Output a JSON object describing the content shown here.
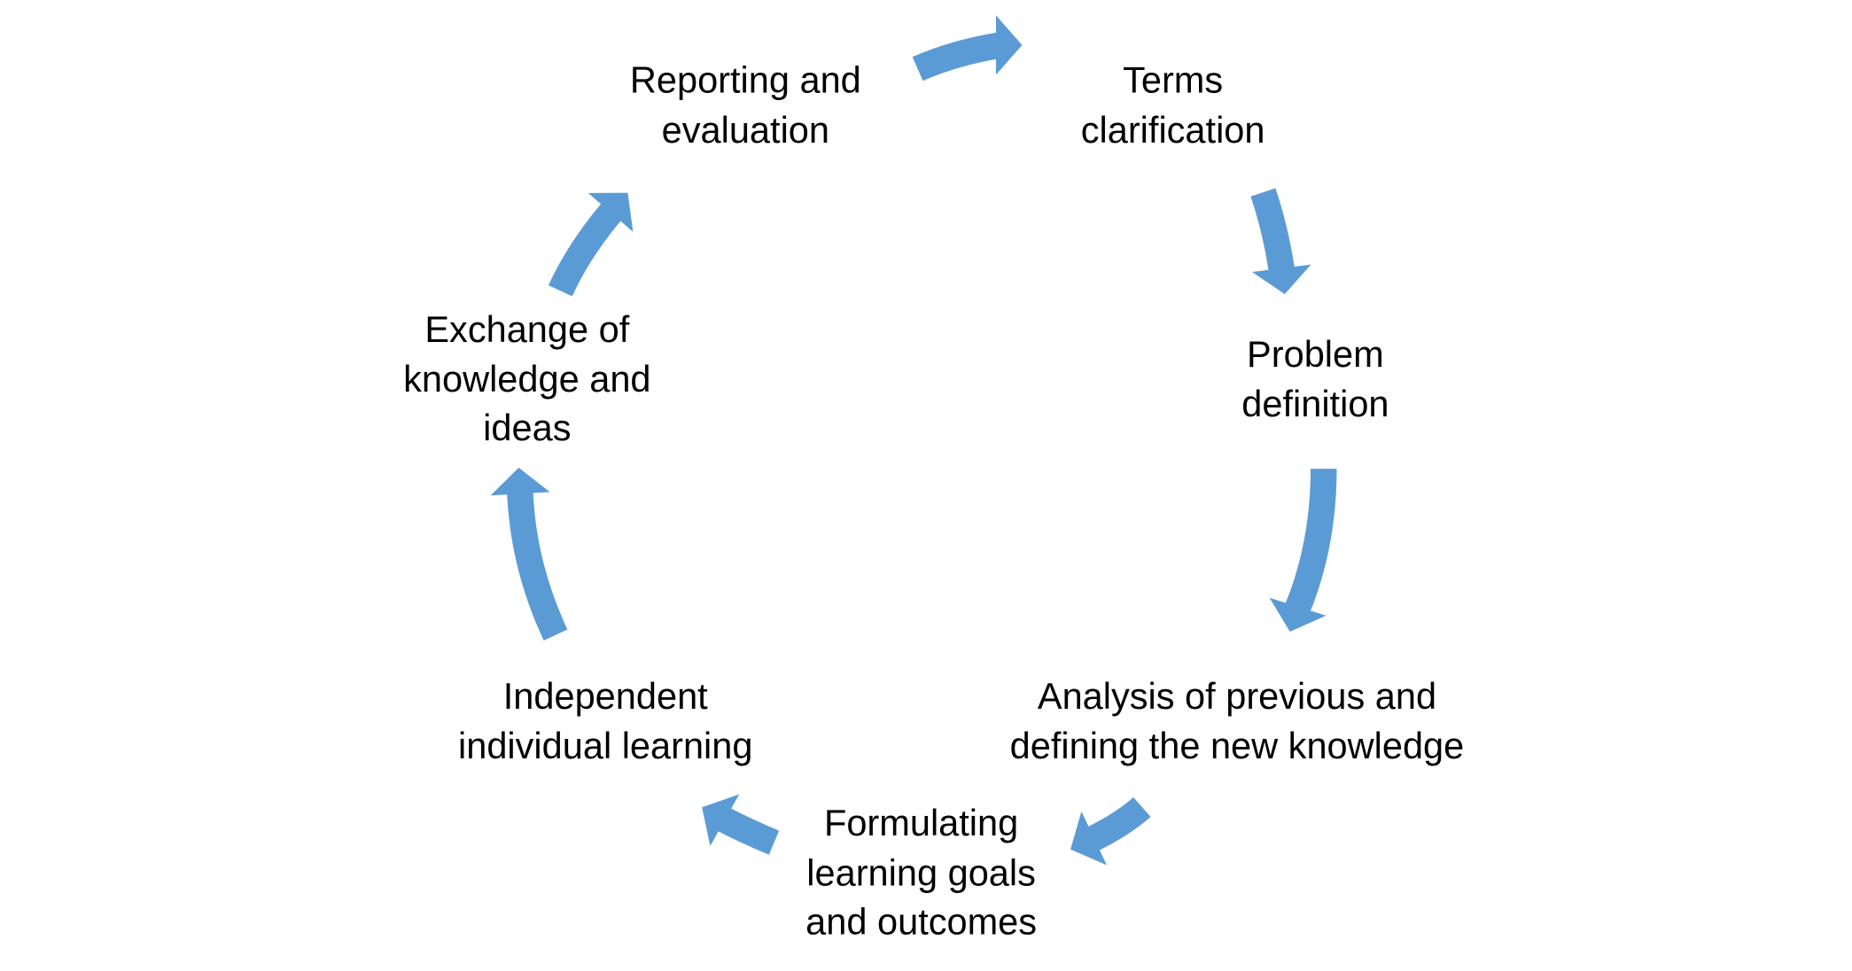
{
  "accent_color": "#5b9bd5",
  "nodes": [
    {
      "id": "reporting",
      "lines": [
        "Reporting and",
        "evaluation"
      ]
    },
    {
      "id": "terms",
      "lines": [
        "Terms",
        "clarification"
      ]
    },
    {
      "id": "problem",
      "lines": [
        "Problem",
        "definition"
      ]
    },
    {
      "id": "analysis",
      "lines": [
        "Analysis of previous and",
        "defining the new knowledge"
      ]
    },
    {
      "id": "formulating",
      "lines": [
        "Formulating",
        "learning goals",
        "and outcomes"
      ]
    },
    {
      "id": "independent",
      "lines": [
        "Independent",
        "individual learning"
      ]
    },
    {
      "id": "exchange",
      "lines": [
        "Exchange of",
        "knowledge and",
        "ideas"
      ]
    }
  ],
  "edges": [
    {
      "from": "reporting",
      "to": "terms"
    },
    {
      "from": "terms",
      "to": "problem"
    },
    {
      "from": "problem",
      "to": "analysis"
    },
    {
      "from": "analysis",
      "to": "formulating"
    },
    {
      "from": "formulating",
      "to": "independent"
    },
    {
      "from": "independent",
      "to": "exchange"
    },
    {
      "from": "exchange",
      "to": "reporting"
    }
  ]
}
